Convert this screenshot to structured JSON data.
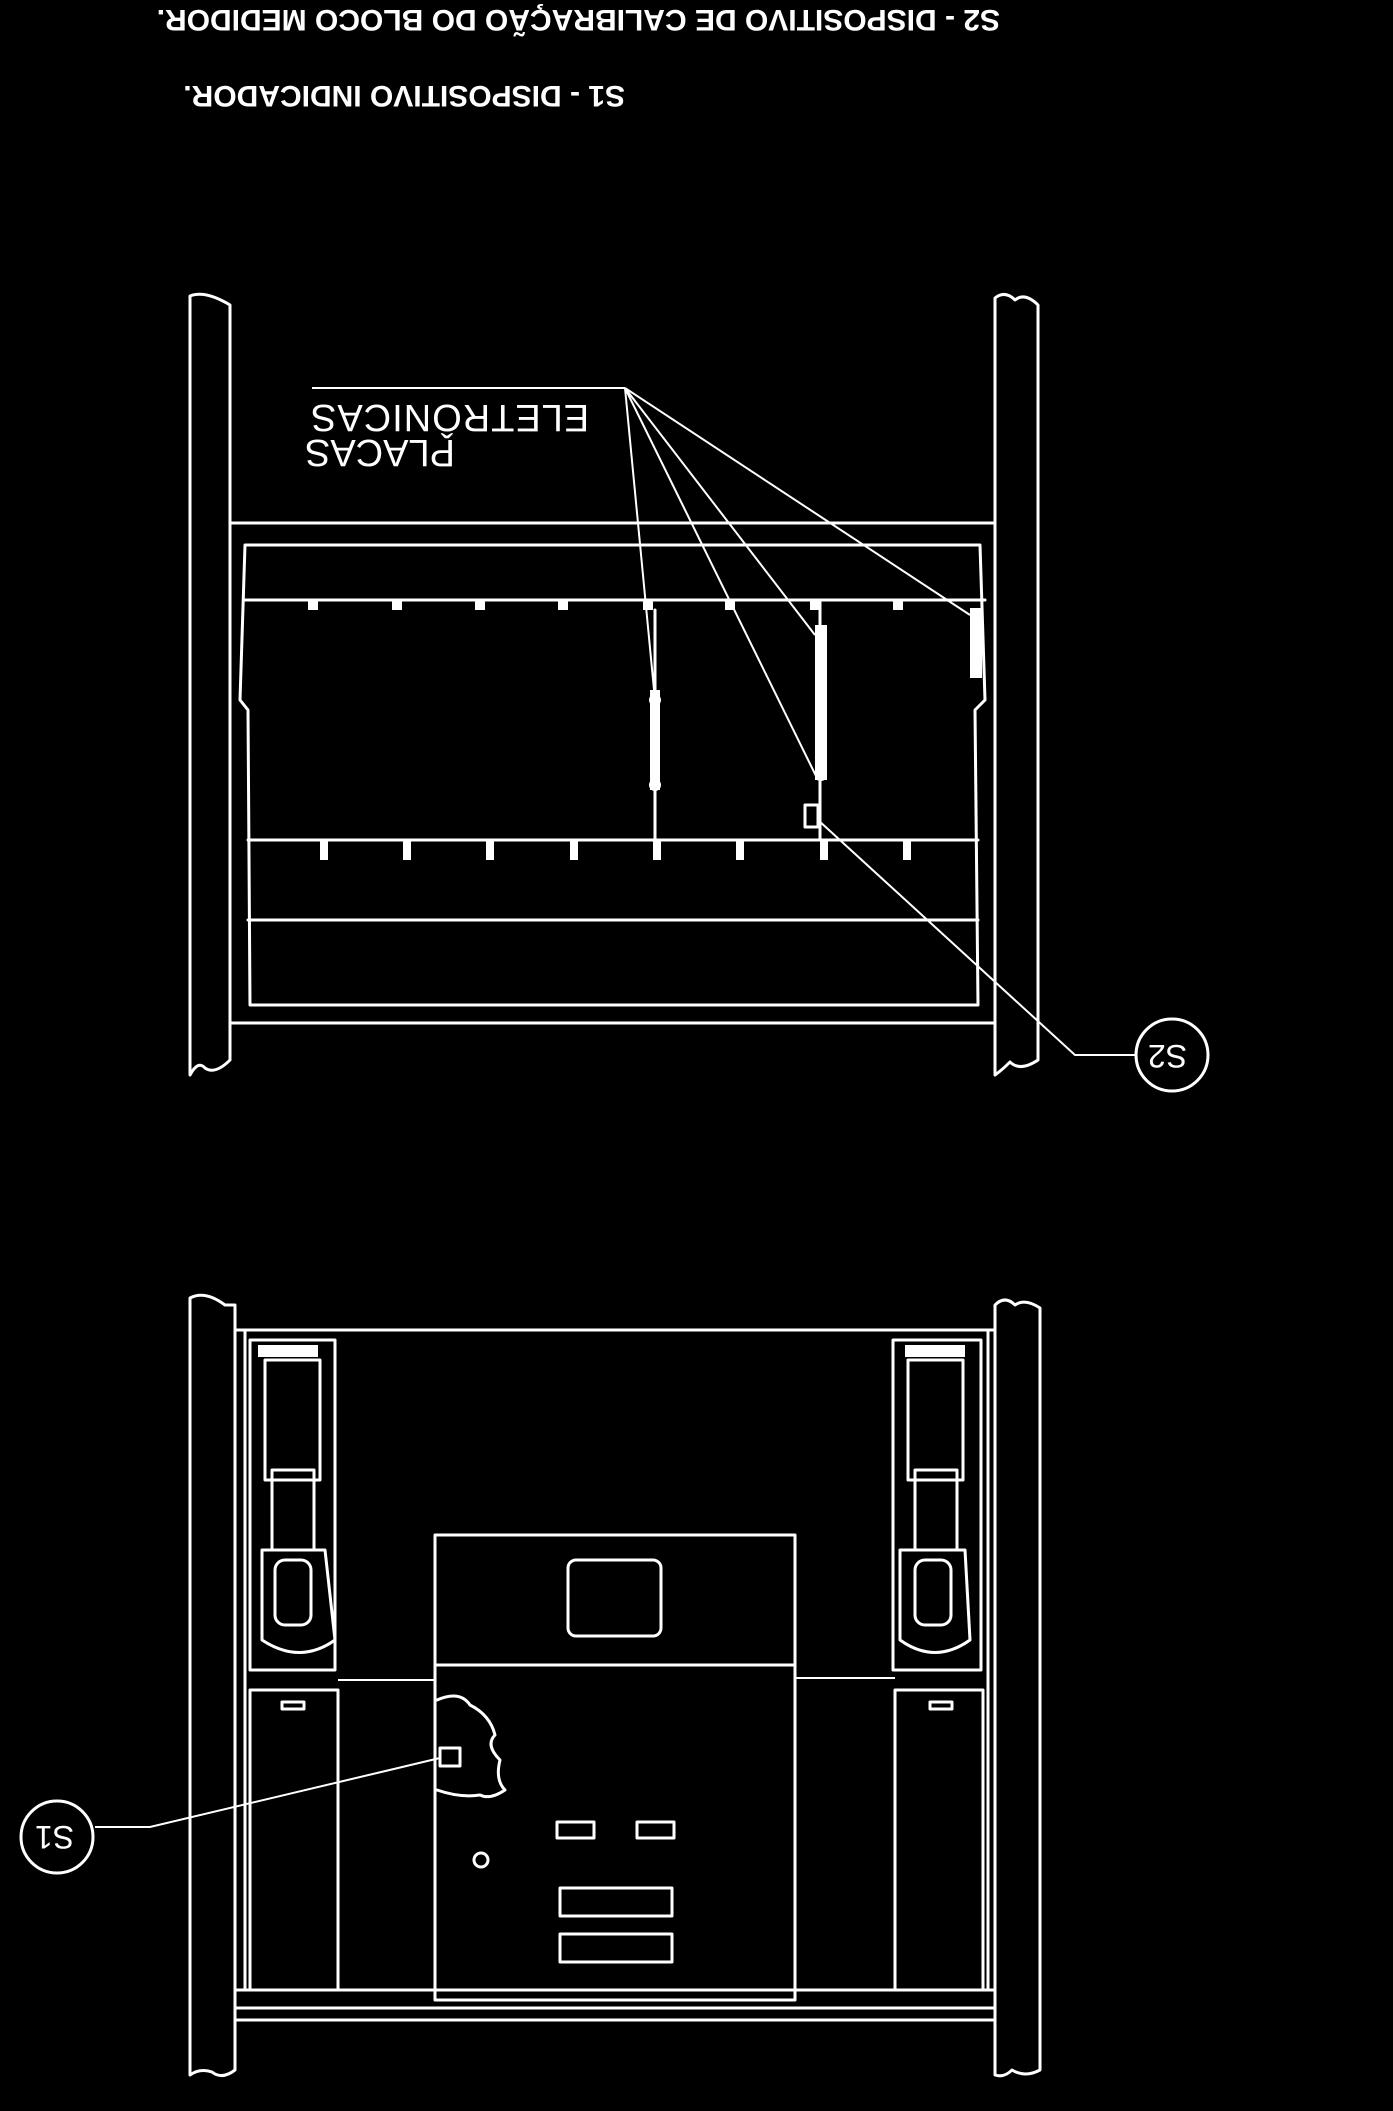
{
  "legend": {
    "s2": "S2 - DISPOSITIVO DE CALIBRAÇÃO DO BLOCO MEDIDOR.",
    "s1": "S1 - DISPOSITIVO INDICADOR."
  },
  "top_view": {
    "label_line1": "PLACAS",
    "label_line2": "ELETRÔNICAS",
    "callout": "S2"
  },
  "bottom_view": {
    "callout": "S1"
  }
}
